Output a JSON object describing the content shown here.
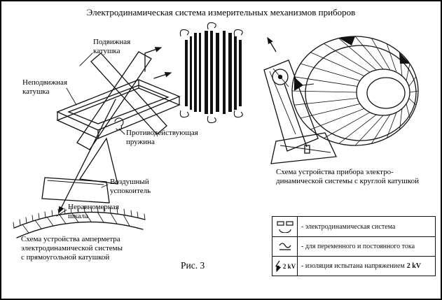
{
  "page": {
    "title": "Электродинамическая система измерительных механизмов приборов",
    "figure_label": "Рис. 3"
  },
  "left_diagram": {
    "labels": {
      "moving_coil": "Подвижная\nкатушка",
      "fixed_coil": "Неподвижная\nкатушка",
      "spring": "Противодействующая\nпружина",
      "damper": "Воздушный\nуспокоитель",
      "scale": "Неравномерная\nшкала"
    },
    "caption": "Схема устройства амперметра\nэлектродинамической системы\nс прямоугольной катушкой"
  },
  "right_diagram": {
    "caption": "Схема устройства прибора электро-\nдинамической системы с круглой катушкой"
  },
  "legend": {
    "rows": [
      {
        "symbol": "electrodynamic-system-symbol",
        "label": "- электродинамическая система"
      },
      {
        "symbol": "ac-dc-symbol",
        "label": "- для переменного и постоянного тока"
      },
      {
        "symbol": "insulation-test-symbol",
        "symbol_text": "2 kV",
        "label_prefix": "- изоляция испытана напряжением",
        "label_bold": "2 kV"
      }
    ]
  },
  "colors": {
    "ink": "#111111",
    "paper": "#ffffff"
  }
}
